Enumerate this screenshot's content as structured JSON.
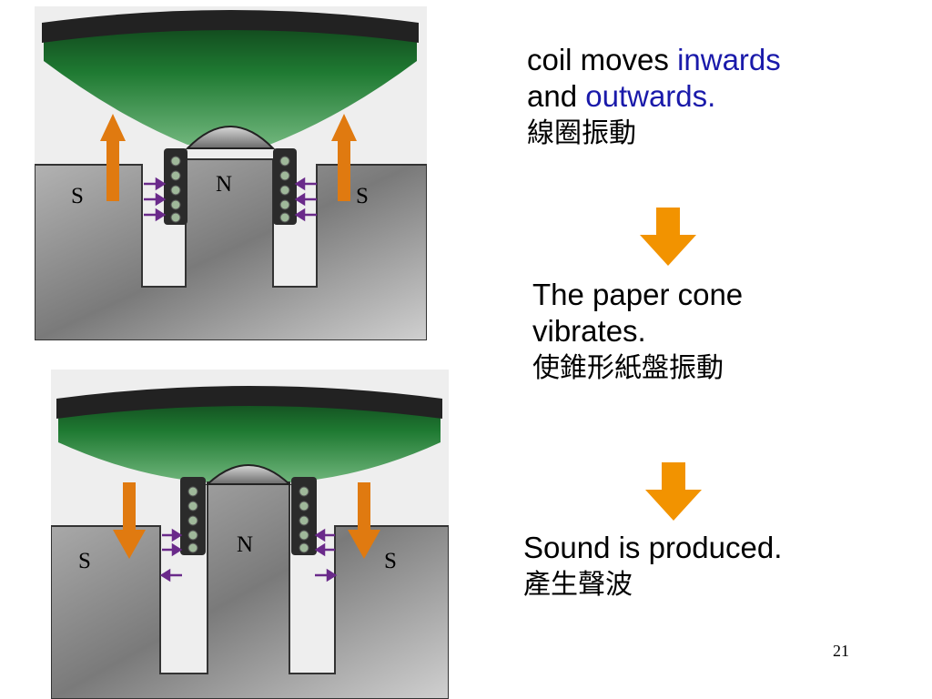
{
  "slide": {
    "diagram_top": {
      "pole_left": "S",
      "pole_center": "N",
      "pole_right": "S",
      "motion": "outwards"
    },
    "diagram_bottom": {
      "pole_left": "S",
      "pole_center": "N",
      "pole_right": "S",
      "motion": "inwards"
    },
    "step1": {
      "en_part1": "coil moves ",
      "en_part2": "inwards",
      "en_part3": "and ",
      "en_part4": "outwards.",
      "zh": "線圈振動"
    },
    "step2": {
      "en_line1": "The paper cone",
      "en_line2": "vibrates.",
      "zh": "使錐形紙盤振動"
    },
    "step3": {
      "en": "Sound is produced.",
      "zh": "產生聲波"
    },
    "page_number": "21"
  },
  "colors": {
    "accent_blue": "#1a1aaa",
    "arrow_orange": "#f29300",
    "cone_green": "#1f7a32",
    "magnet_gray": "#8a8a8a",
    "field_purple": "#6a2a8a"
  },
  "icons": {
    "flow_arrow": "down-arrow-icon",
    "force_arrow": "orange-arrow-icon"
  }
}
